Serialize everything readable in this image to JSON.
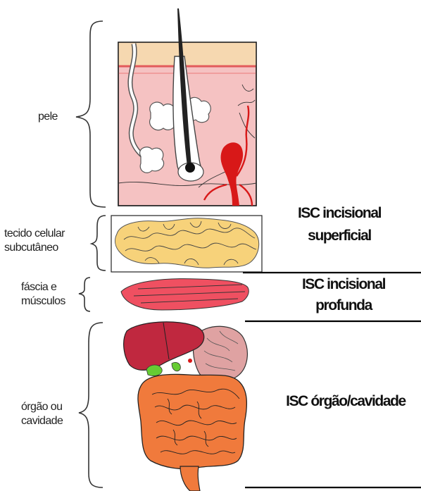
{
  "layers": {
    "skin": {
      "label": "pele"
    },
    "subcutaneous": {
      "line1": "tecido celular",
      "line2": "subcutâneo"
    },
    "fascia": {
      "line1": "fáscia e",
      "line2": "músculos"
    },
    "organ": {
      "line1": "órgão ou",
      "line2": "cavidade"
    }
  },
  "classifications": {
    "superficial": {
      "line1": "ISC incisional",
      "line2": "superficial"
    },
    "deep": {
      "line1": "ISC incisional",
      "line2": "profunda"
    },
    "organ_space": {
      "label": "ISC órgão/cavidade"
    }
  },
  "colors": {
    "skin_surface": "#f6d8b0",
    "dermis": "#f5c2c2",
    "fat": "#f7d27a",
    "muscle": "#ef5061",
    "liver": "#c0283f",
    "intestine": "#f07a3c",
    "stomach": "#dfa2a2",
    "blood_vessel": "#d81818",
    "gallbladder": "#66cc33"
  }
}
